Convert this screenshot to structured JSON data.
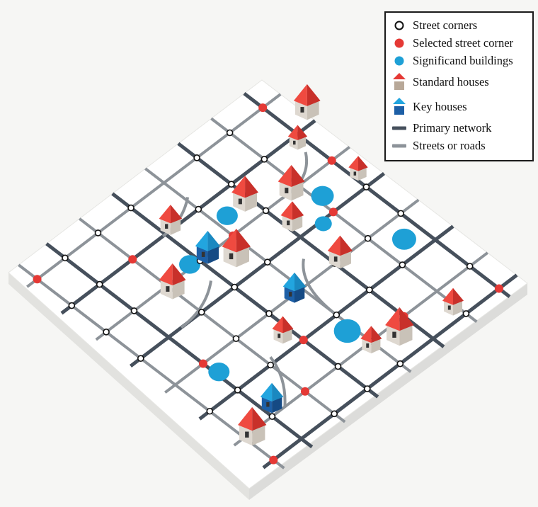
{
  "legend": {
    "items": [
      {
        "key": "street_corners",
        "label": "Street corners",
        "icon": "hollow-circle-icon"
      },
      {
        "key": "selected_corner",
        "label": "Selected street corner",
        "icon": "red-dot-icon"
      },
      {
        "key": "significand_buildings",
        "label": "Significand buildings",
        "icon": "blue-dot-icon"
      },
      {
        "key": "standard_houses",
        "label": "Standard houses",
        "icon": "red-house-icon"
      },
      {
        "key": "key_houses",
        "label": "Key houses",
        "icon": "blue-house-icon"
      },
      {
        "key": "primary_network",
        "label": "Primary network",
        "icon": "dark-line-icon"
      },
      {
        "key": "streets_or_roads",
        "label": "Streets or roads",
        "icon": "grey-line-icon"
      }
    ]
  },
  "colors": {
    "background": "#f6f6f4",
    "board_top": "#ffffff",
    "board_side": "#dcdcda",
    "primary_network": "#46505c",
    "streets_or_roads": "#8d9399",
    "selected_corner": "#e53935",
    "significand_buildings": "#1ea0d6",
    "house_roof_red": "#e53935",
    "house_roof_blue": "#1f7fd6",
    "house_wall": "#e8e4de"
  }
}
